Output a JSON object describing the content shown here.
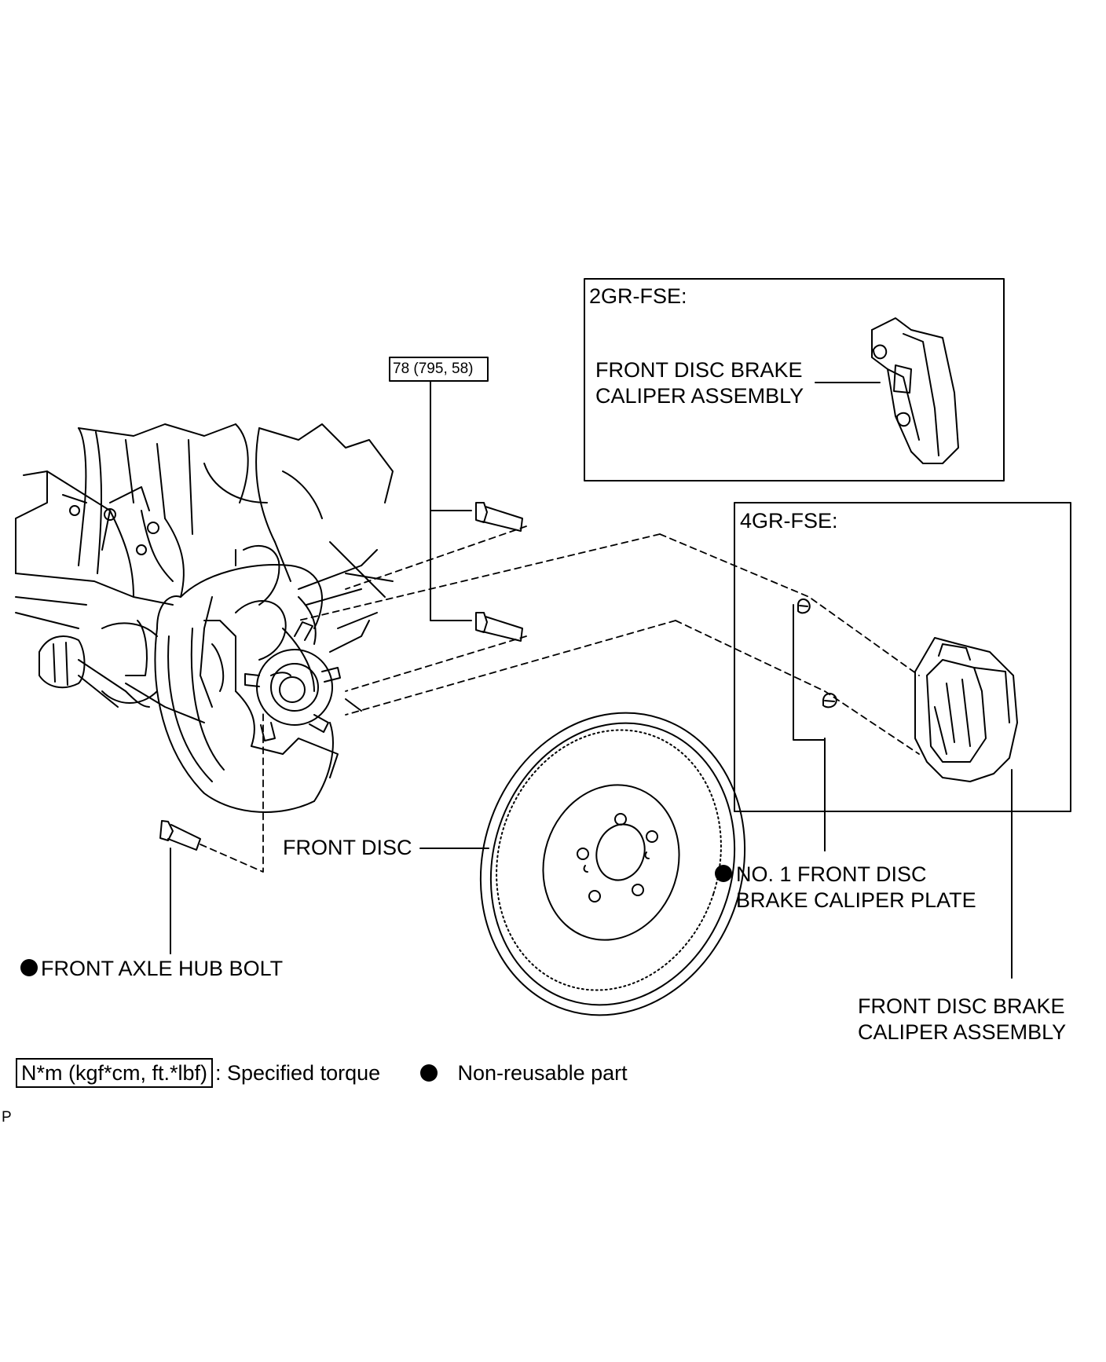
{
  "diagram": {
    "torque_value": "78 (795, 58)",
    "panel_2gr": {
      "engine": "2GR-FSE:",
      "part_line1": "FRONT DISC BRAKE",
      "part_line2": "CALIPER ASSEMBLY"
    },
    "panel_4gr": {
      "engine": "4GR-FSE:"
    },
    "labels": {
      "front_disc": "FRONT DISC",
      "caliper_plate_line1": "NO. 1 FRONT DISC",
      "caliper_plate_line2": "BRAKE CALIPER PLATE",
      "hub_bolt": "FRONT AXLE HUB BOLT",
      "caliper_line1": "FRONT DISC BRAKE",
      "caliper_line2": "CALIPER ASSEMBLY"
    },
    "legend": {
      "torque_unit": "N*m (kgf*cm, ft.*lbf)",
      "torque_desc": ": Specified torque",
      "nonreusable_desc": "Non-reusable part"
    },
    "corner_mark": "P"
  }
}
